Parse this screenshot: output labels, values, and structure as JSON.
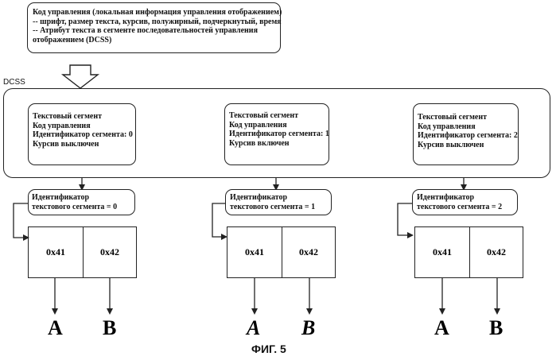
{
  "control_box": {
    "lines": [
      "Код управления (локальная информация управления отображением)",
      "-- шрифт, размер текста, курсив, полужирный, подчеркнутый, время",
      "-- Атрибут текста в сегменте последовательностей управления",
      "отображением (DCSS)"
    ]
  },
  "dcss_label": "DCSS",
  "segments": [
    {
      "lines": [
        "Текстовый сегмент",
        "Код управления",
        "Идентификатор сегмента: 0",
        "Курсив выключен"
      ],
      "id_lines": [
        "Идентификатор",
        "текстового сегмента = 0"
      ],
      "cells": [
        "0x41",
        "0x42"
      ],
      "letters": [
        "A",
        "B"
      ]
    },
    {
      "lines": [
        "Текстовый сегмент",
        "Код управления",
        "Идентификатор сегмента: 1",
        "Курсив включен"
      ],
      "id_lines": [
        "Идентификатор",
        "текстового сегмента = 1"
      ],
      "cells": [
        "0x41",
        "0x42"
      ],
      "letters": [
        "A",
        "B"
      ]
    },
    {
      "lines": [
        "Текстовый сегмент",
        "Код управления",
        "Идентификатор сегмента: 2",
        "Курсив выключен"
      ],
      "id_lines": [
        "Идентификатор",
        "текстового сегмента = 2"
      ],
      "cells": [
        "0x41",
        "0x42"
      ],
      "letters": [
        "A",
        "B"
      ]
    }
  ],
  "figure_caption": "ФИГ. 5",
  "colors": {
    "line": "#222222",
    "background": "#ffffff"
  }
}
